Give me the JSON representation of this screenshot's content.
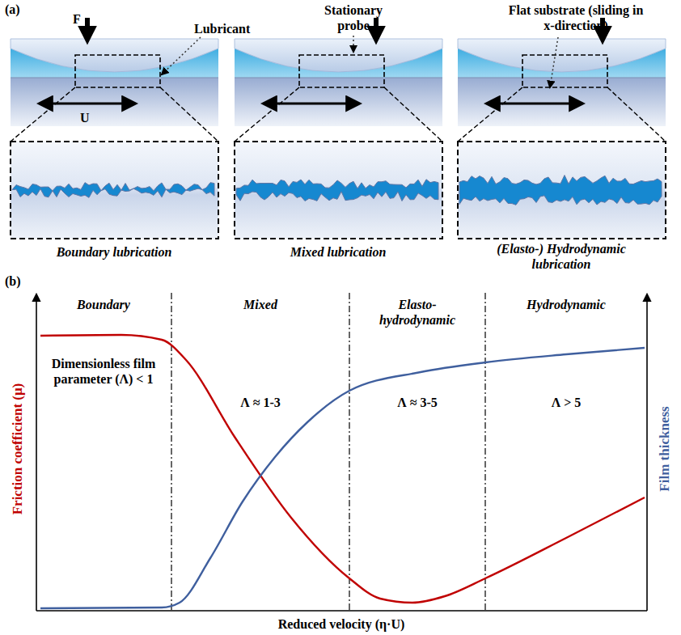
{
  "diagram": {
    "labels": [
      "(a)",
      "F",
      "Lubricant",
      "Stationary probe",
      "Flat substrate (sliding in x-direction)",
      "U",
      "Boundary lubrication",
      "Mixed lubrication",
      "(Elasto-) Hydrodynamic lubrication",
      "(b)",
      "Boundary",
      "Mixed",
      "Elasto- hydrodynamic",
      "Hydrodynamic",
      "Dimensionless film parameter (Λ) < 1",
      "Λ ≈ 1-3",
      "Λ ≈ 3-5",
      "Λ > 5",
      "Friction coefficient (μ)",
      "Film thickness",
      "Reduced velocity (η·U)"
    ]
  }
}
